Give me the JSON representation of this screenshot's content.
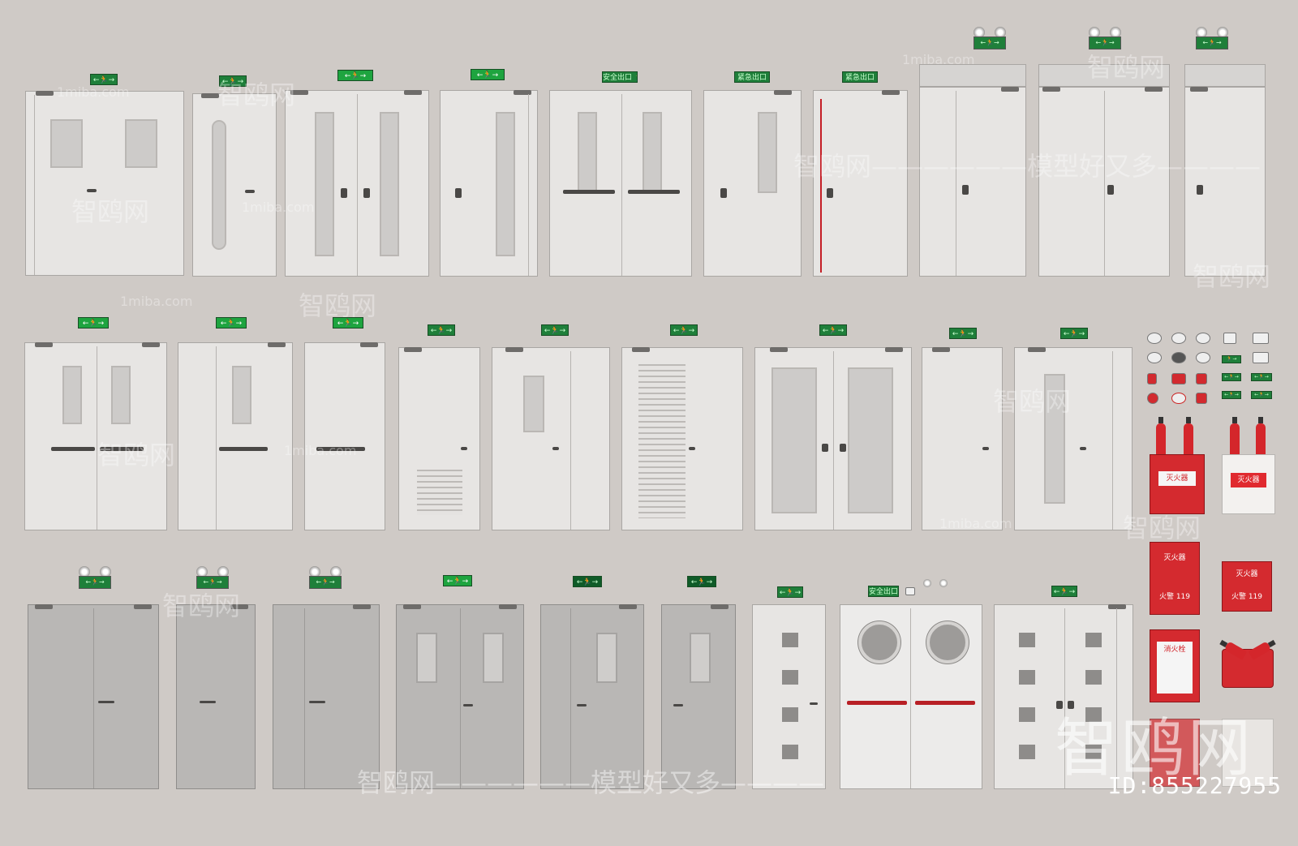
{
  "signs": {
    "arrow_left": "←🏃",
    "arrow_right": "🏃→",
    "two_way": "←🏃→",
    "emergency_exit": "紧急出口",
    "exit_arrow": "安全出口 🏃▶"
  },
  "cabinets": {
    "extinguisher_box": "灭火器",
    "fire_alarm": "火警 119",
    "hydrant": "消火栓"
  },
  "watermarks": {
    "site": "1miba.com",
    "brand": "智鸥网",
    "slogan": "智鸥网——————模型好又多————",
    "logo": "智鸥网"
  },
  "footer": {
    "id": "ID:855227955"
  },
  "colors": {
    "background": "#cfcac6",
    "door": "#e7e5e3",
    "door_gray": "#b9b7b5",
    "exit_sign": "#1f7f3a",
    "fire_red": "#d42a2f"
  }
}
